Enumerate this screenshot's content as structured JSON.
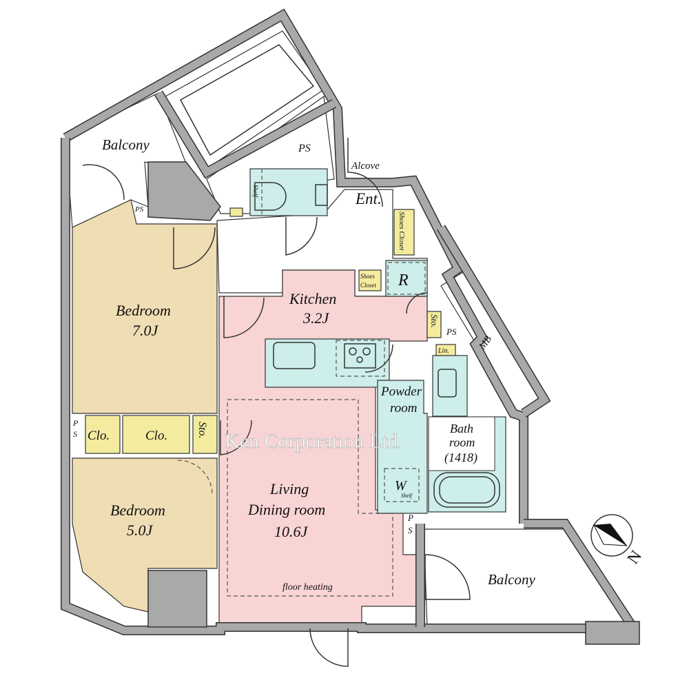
{
  "watermark": "Ken Corporation Ltd.",
  "colors": {
    "bedroom": "#efddb4",
    "living": "#f8d4d4",
    "wet": "#cdeeea",
    "storage": "#f3ec9f",
    "wall": "#a9a9a9"
  },
  "rooms": {
    "balcony_top": "Balcony",
    "ps_top": "PS",
    "alcove": "Alcove",
    "entrance": "Ent.",
    "shoes_closet_tall": "Shoes Closet",
    "shoes_closet_small_1": "Shoes",
    "shoes_closet_small_2": "Closet",
    "refrigerator": "R",
    "shelf_toilet": "Shelf",
    "ps_small": "PS",
    "bedroom1_name": "Bedroom",
    "bedroom1_size": "7.0J",
    "kitchen_name": "Kitchen",
    "kitchen_size": "3.2J",
    "storage_kitchen": "Sto.",
    "ps_kitchen": "PS",
    "mb": "MB",
    "linen": "Lin.",
    "powder_1": "Powder",
    "powder_2": "room",
    "bath_1": "Bath",
    "bath_2": "room",
    "bath_3": "(1418)",
    "washer": "W",
    "washer_shelf": "Shelf",
    "ps_left_1": "P",
    "ps_left_2": "S",
    "closet1": "Clo.",
    "closet2": "Clo.",
    "storage_bed": "Sto.",
    "bedroom2_name": "Bedroom",
    "bedroom2_size": "5.0J",
    "living_1": "Living",
    "living_2": "Dining room",
    "living_size": "10.6J",
    "floor_heating": "floor heating",
    "ps_bath_1": "P",
    "ps_bath_2": "S",
    "balcony_bottom": "Balcony",
    "compass": "N"
  }
}
